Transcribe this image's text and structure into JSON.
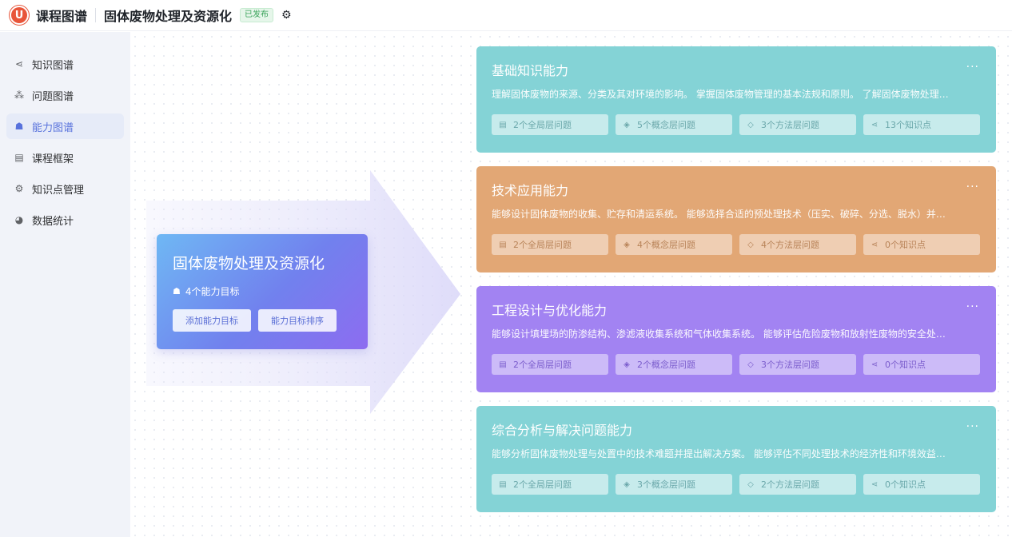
{
  "header": {
    "logo_text": "U",
    "app_title": "课程图谱",
    "course_title": "固体废物处理及资源化",
    "status_badge": "已发布"
  },
  "sidebar": {
    "items": [
      {
        "label": "知识图谱",
        "icon": "share-nodes-icon"
      },
      {
        "label": "问题图谱",
        "icon": "hierarchy-icon"
      },
      {
        "label": "能力图谱",
        "icon": "ability-icon",
        "active": true
      },
      {
        "label": "课程框架",
        "icon": "book-icon"
      },
      {
        "label": "知识点管理",
        "icon": "gear-icon"
      },
      {
        "label": "数据统计",
        "icon": "pie-chart-icon"
      }
    ]
  },
  "center": {
    "title": "固体废物处理及资源化",
    "count_label": "4个能力目标",
    "add_button": "添加能力目标",
    "sort_button": "能力目标排序"
  },
  "cards": [
    {
      "title": "基础知识能力",
      "desc": "理解固体废物的来源、分类及其对环境的影响。 掌握固体废物管理的基本法规和原则。 了解固体废物处理…",
      "tags": [
        "2个全局层问题",
        "5个概念层问题",
        "3个方法层问题",
        "13个知识点"
      ],
      "color": "#84d3d6"
    },
    {
      "title": "技术应用能力",
      "desc": "能够设计固体废物的收集、贮存和清运系统。 能够选择合适的预处理技术（压实、破碎、分选、脱水）并…",
      "tags": [
        "2个全局层问题",
        "4个概念层问题",
        "4个方法层问题",
        "0个知识点"
      ],
      "color": "#e2a775"
    },
    {
      "title": "工程设计与优化能力",
      "desc": "能够设计填埋场的防渗结构、渗滤液收集系统和气体收集系统。 能够评估危险废物和放射性废物的安全处…",
      "tags": [
        "2个全局层问题",
        "2个概念层问题",
        "3个方法层问题",
        "0个知识点"
      ],
      "color": "#a283f2"
    },
    {
      "title": "综合分析与解决问题能力",
      "desc": "能够分析固体废物处理与处置中的技术难题并提出解决方案。 能够评估不同处理技术的经济性和环境效益…",
      "tags": [
        "2个全局层问题",
        "3个概念层问题",
        "2个方法层问题",
        "0个知识点"
      ],
      "color": "#84d3d6"
    }
  ],
  "more_label": "···"
}
